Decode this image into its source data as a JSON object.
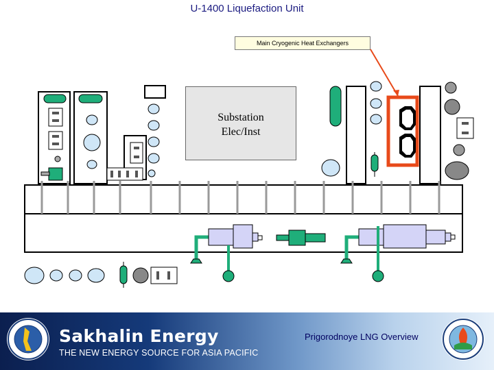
{
  "title": "U-1400 Liquefaction Unit",
  "callout": "Main Cryogenic Heat Exchangers",
  "substation": {
    "line1": "Substation",
    "line2": "Elec/Inst"
  },
  "footer": {
    "company": "Sakhalin Energy",
    "tagline": "THE NEW ENERGY SOURCE FOR ASIA PACIFIC",
    "overview": "Prigorodnoye LNG Overview"
  },
  "colors": {
    "equipment_green": "#1fae7a",
    "compressor_lavender": "#d4d4f7",
    "highlight_red": "#e84a1a",
    "vessel_blue": "#cfe6f7",
    "rack_gray": "#9a9a9a",
    "title_blue": "#1a1a80"
  },
  "icons": {
    "left_logo": "sakhalin-energy-seal",
    "right_logo": "sakhalin-energy-seal"
  }
}
